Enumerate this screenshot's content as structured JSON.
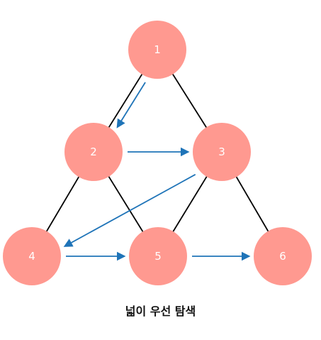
{
  "caption": "넓이 우선 탐색",
  "colors": {
    "node_fill": "#FF9990",
    "node_text": "#FFFFFF",
    "edge": "#000000",
    "arrow": "#1F74B8"
  },
  "nodes": [
    {
      "id": "1",
      "label": "1"
    },
    {
      "id": "2",
      "label": "2"
    },
    {
      "id": "3",
      "label": "3"
    },
    {
      "id": "4",
      "label": "4"
    },
    {
      "id": "5",
      "label": "5"
    },
    {
      "id": "6",
      "label": "6"
    }
  ],
  "edges": [
    {
      "from": "1",
      "to": "2"
    },
    {
      "from": "1",
      "to": "3"
    },
    {
      "from": "2",
      "to": "4"
    },
    {
      "from": "2",
      "to": "5"
    },
    {
      "from": "3",
      "to": "5"
    },
    {
      "from": "3",
      "to": "6"
    }
  ],
  "traversal": [
    {
      "from": "1",
      "to": "2"
    },
    {
      "from": "2",
      "to": "3"
    },
    {
      "from": "3",
      "to": "4"
    },
    {
      "from": "4",
      "to": "5"
    },
    {
      "from": "5",
      "to": "6"
    }
  ]
}
